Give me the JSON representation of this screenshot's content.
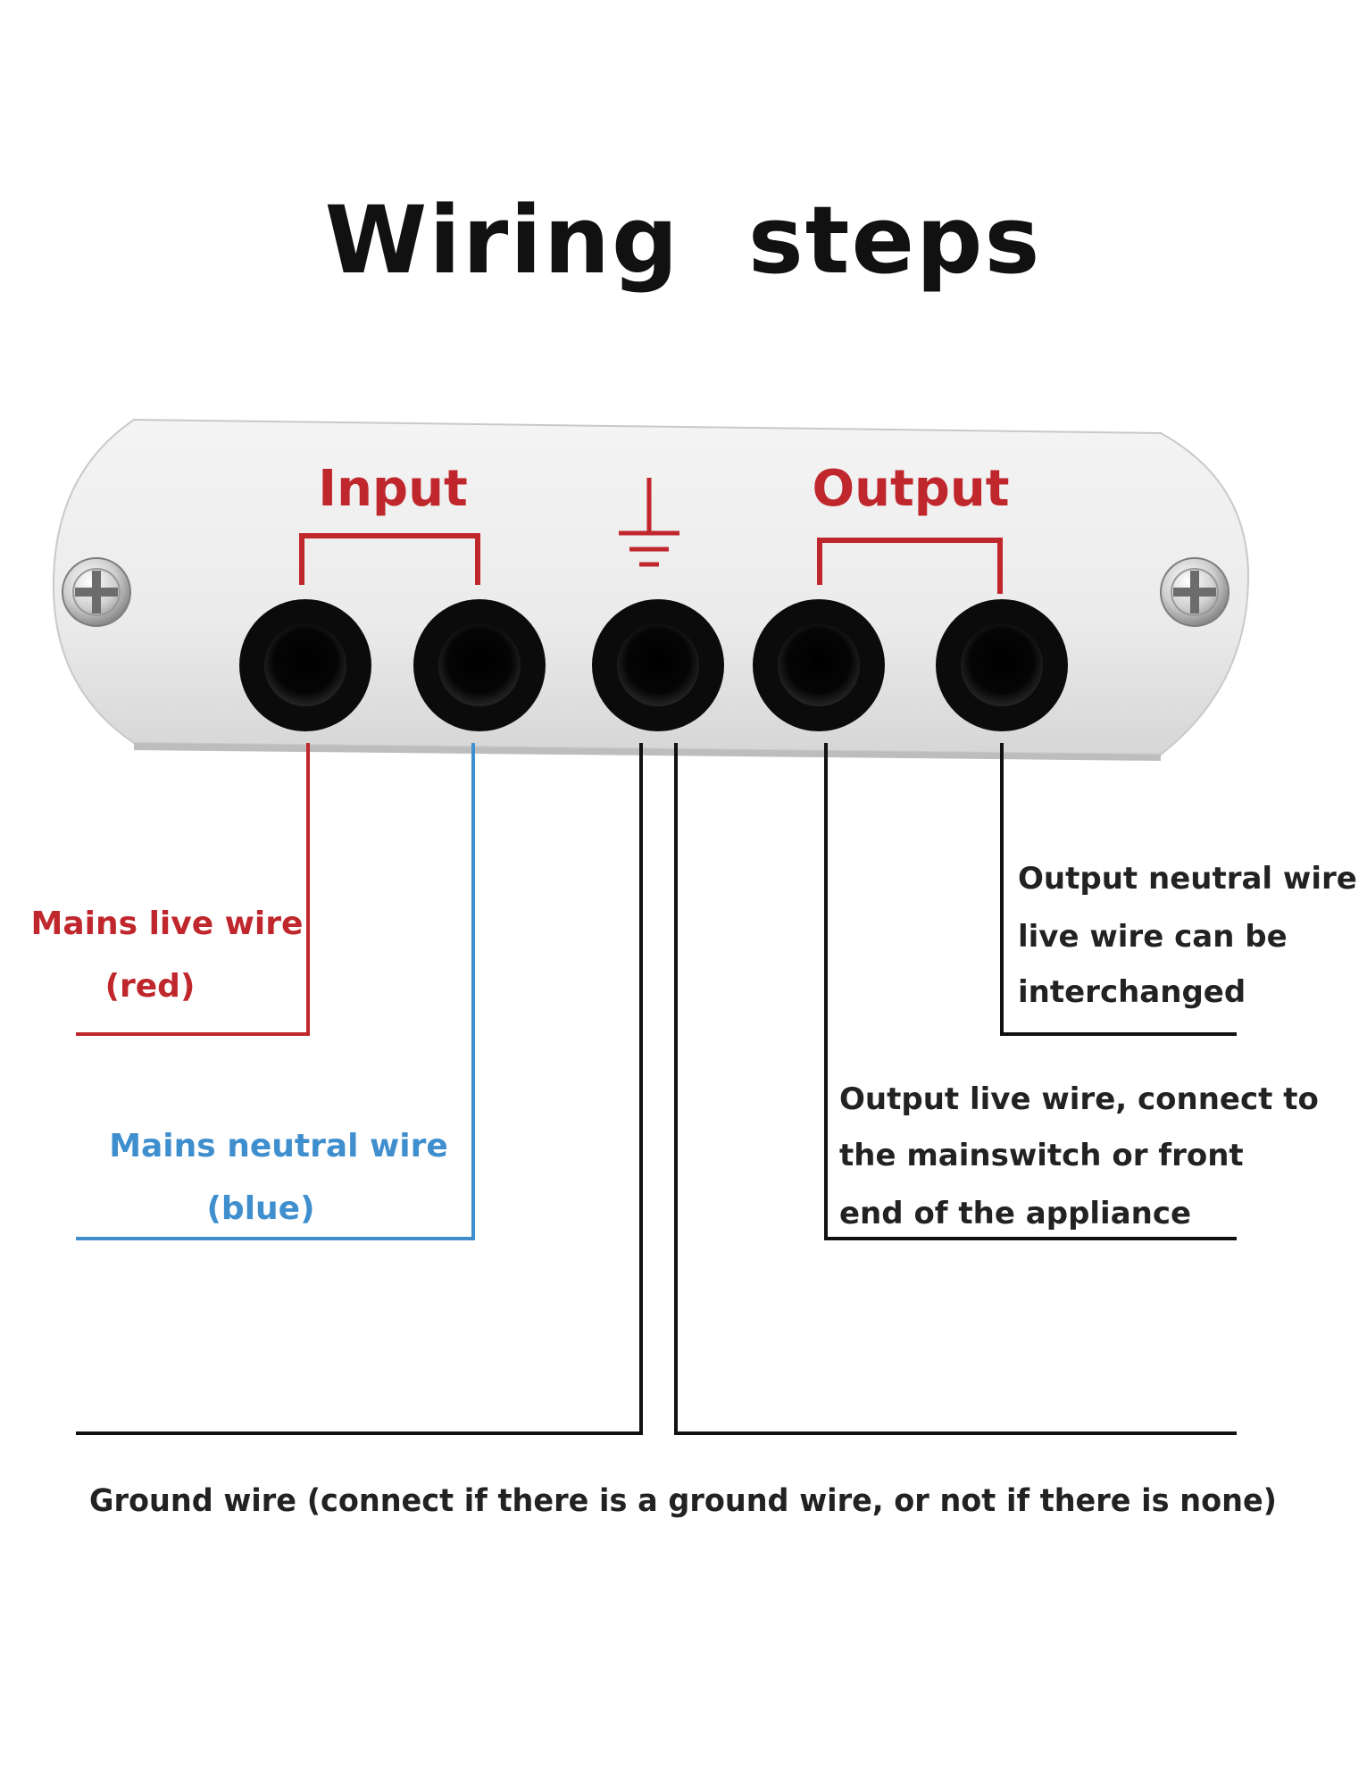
{
  "title": "Wiring  steps",
  "ports": {
    "input_label": "Input",
    "output_label": "Output",
    "ground_symbol": "ground-symbol-icon"
  },
  "labels": {
    "mains_live": {
      "line1": "Mains live wire",
      "line2": "(red)"
    },
    "mains_neutral": {
      "line1": "Mains neutral wire",
      "line2": "(blue)"
    },
    "output_neutral_note": {
      "line1": "Output neutral wire &",
      "line2": "live wire can be",
      "line3": "interchanged"
    },
    "output_live_note": {
      "line1": "Output live wire, connect to",
      "line2": "the mainswitch or front",
      "line3": "end of the appliance"
    },
    "ground_wire": "Ground wire (connect if there is a ground wire, or not if there is none)"
  },
  "colors": {
    "red_wire": "#c0272d",
    "blue_wire": "#3f8fcf",
    "black_wire": "#111111",
    "plate": "#ececec",
    "terminal": "#0d0d0d"
  }
}
